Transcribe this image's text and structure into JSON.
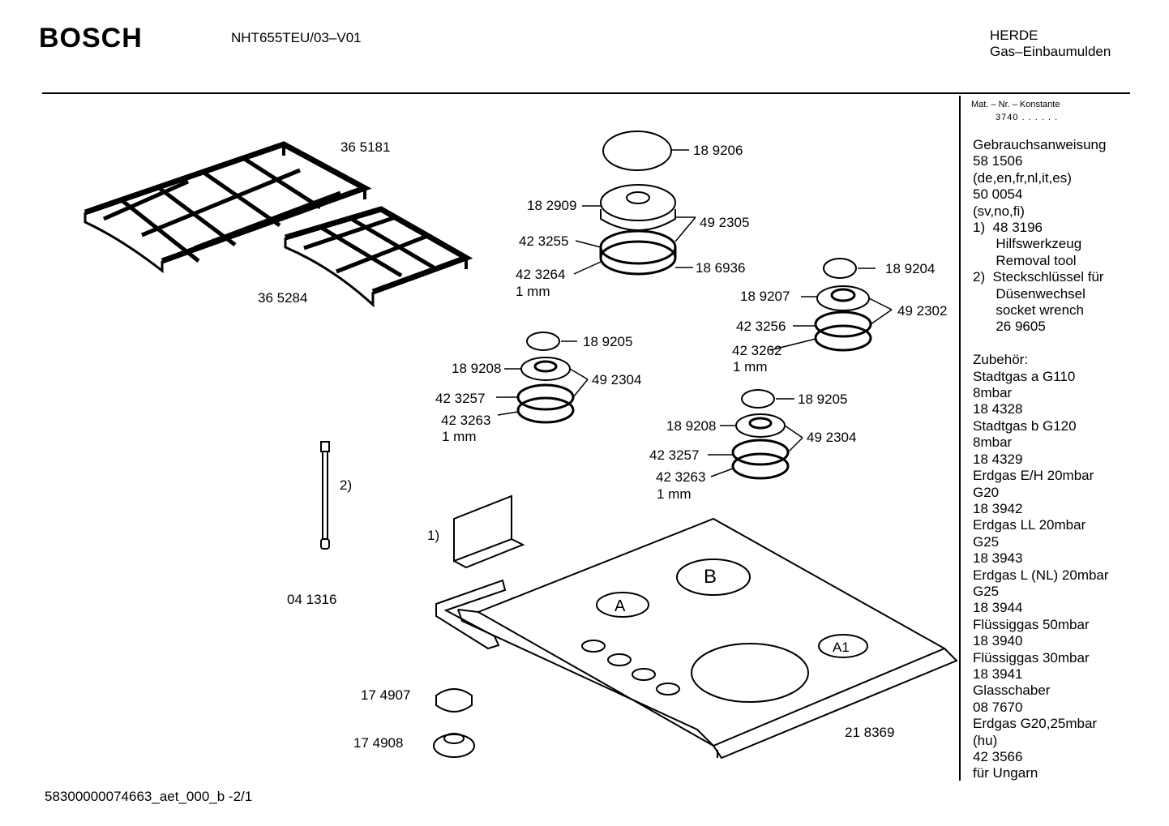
{
  "header": {
    "brand": "BOSCH",
    "model": "NHT655TEU/03–V01",
    "category_line1": "HERDE",
    "category_line2": "Gas–Einbaumulden"
  },
  "sidebar": {
    "mat_label": "Mat. – Nr. – Konstante",
    "mat_value": "3740  .  .  .  .  .  .",
    "lines": [
      "Gebrauchsanweisung",
      "58 1506",
      "(de,en,fr,nl,it,es)",
      "50 0054",
      "(sv,no,fi)",
      "1)  48 3196",
      "      Hilfswerkzeug",
      "      Removal tool",
      "2)  Steckschlüssel für",
      "      Düsenwechsel",
      "      socket wrench",
      "      26 9605",
      "",
      "Zubehör:",
      "Stadtgas a G110",
      "8mbar",
      "18 4328",
      "Stadtgas b G120",
      "8mbar",
      "18 4329",
      "Erdgas E/H 20mbar",
      "G20",
      "18 3942",
      "Erdgas LL 20mbar",
      "G25",
      "18 3943",
      "Erdgas L (NL) 20mbar",
      "G25",
      "18 3944",
      "Flüssiggas 50mbar",
      "18 3940",
      "Flüssiggas 30mbar",
      "18 3941",
      "Glasschaber",
      "08 7670",
      "Erdgas G20,25mbar",
      "(hu)",
      "42 3566",
      "für Ungarn"
    ]
  },
  "parts": {
    "p365181": "36 5181",
    "p365284": "36 5284",
    "p189206": "18 9206",
    "p182909": "18 2909",
    "p492305": "49 2305",
    "p423255": "42 3255",
    "p423264": "42 3264",
    "mm_a": "1 mm",
    "p186936": "18 6936",
    "p189204": "18 9204",
    "p189207": "18 9207",
    "p492302": "49 2302",
    "p423256": "42 3256",
    "p423262": "42 3262",
    "mm_b": "1 mm",
    "p189205_a": "18 9205",
    "p189208_a": "18 9208",
    "p492304_a": "49 2304",
    "p423257_a": "42 3257",
    "p423263_a": "42 3263",
    "mm_c": "1 mm",
    "p189205_b": "18 9205",
    "p189208_b": "18 9208",
    "p492304_b": "49 2304",
    "p423257_b": "42 3257",
    "p423263_b": "42 3263",
    "mm_d": "1 mm",
    "ref2": "2)",
    "ref1": "1)",
    "p041316": "04 1316",
    "p174907": "17 4907",
    "p174908": "17 4908",
    "p218369": "21 8369",
    "burner_b": "B",
    "burner_a": "A",
    "burner_a1": "A1"
  },
  "footer": {
    "code": "58300000074663_aet_000_b  -2/1"
  }
}
